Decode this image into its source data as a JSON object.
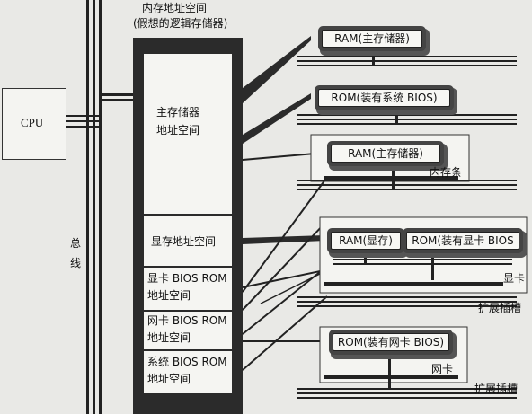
{
  "title": {
    "line1": "内存地址空间",
    "line2": "(假想的逻辑存储器)"
  },
  "cpu_label": "CPU",
  "bus_label": [
    "总",
    "线"
  ],
  "address_space": [
    {
      "line1": "主存储器",
      "line2": "地址空间"
    },
    {
      "line1": "显存地址空间",
      "line2": ""
    },
    {
      "line1": "显卡 BIOS ROM",
      "line2": "地址空间"
    },
    {
      "line1": "网卡 BIOS ROM",
      "line2": "地址空间"
    },
    {
      "line1": "系统 BIOS ROM",
      "line2": "地址空间"
    }
  ],
  "chips": {
    "ram_main": "RAM(主存储器)",
    "rom_system": "ROM(装有系统 BIOS)",
    "ram_stick": "RAM(主存储器)",
    "vram": "RAM(显存)",
    "rom_video": "ROM(装有显卡 BIOS",
    "rom_network": "ROM(装有网卡 BIOS)"
  },
  "card_labels": {
    "memory_stick": "内存条",
    "video_card": "显卡",
    "expansion_slot_1": "扩展插槽",
    "network_card": "网卡",
    "expansion_slot_2": "扩展插槽"
  },
  "colors": {
    "background": "#e9e9e6",
    "dark": "#2b2b2b",
    "box": "#f5f5f2"
  }
}
